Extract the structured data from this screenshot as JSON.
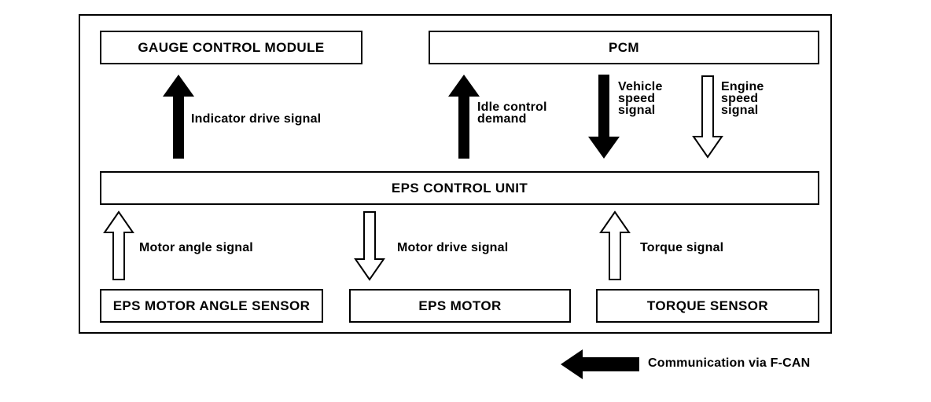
{
  "diagram": {
    "title_semantic": "EPS system communication block diagram",
    "colors": {
      "ink": "#000000",
      "background": "#ffffff"
    },
    "boxes": {
      "gauge_control_module": {
        "label": "GAUGE CONTROL MODULE"
      },
      "pcm": {
        "label": "PCM"
      },
      "eps_control_unit": {
        "label": "EPS CONTROL UNIT"
      },
      "eps_motor_angle_sensor": {
        "label": "EPS MOTOR ANGLE SENSOR"
      },
      "eps_motor": {
        "label": "EPS MOTOR"
      },
      "torque_sensor": {
        "label": "TORQUE SENSOR"
      }
    },
    "signals": {
      "indicator_drive": {
        "label": "Indicator drive signal",
        "direction": "up",
        "arrow_style": "filled"
      },
      "idle_control": {
        "label": "Idle control\ndemand",
        "direction": "up",
        "arrow_style": "filled"
      },
      "vehicle_speed": {
        "label": "Vehicle\nspeed\nsignal",
        "direction": "down",
        "arrow_style": "filled"
      },
      "engine_speed": {
        "label": "Engine\nspeed\nsignal",
        "direction": "down",
        "arrow_style": "outline"
      },
      "motor_angle": {
        "label": "Motor angle signal",
        "direction": "up",
        "arrow_style": "outline"
      },
      "motor_drive": {
        "label": "Motor drive signal",
        "direction": "down",
        "arrow_style": "outline"
      },
      "torque": {
        "label": "Torque signal",
        "direction": "up",
        "arrow_style": "outline"
      }
    },
    "legend": {
      "label": "Communication via F-CAN",
      "direction": "left",
      "arrow_style": "filled"
    }
  }
}
